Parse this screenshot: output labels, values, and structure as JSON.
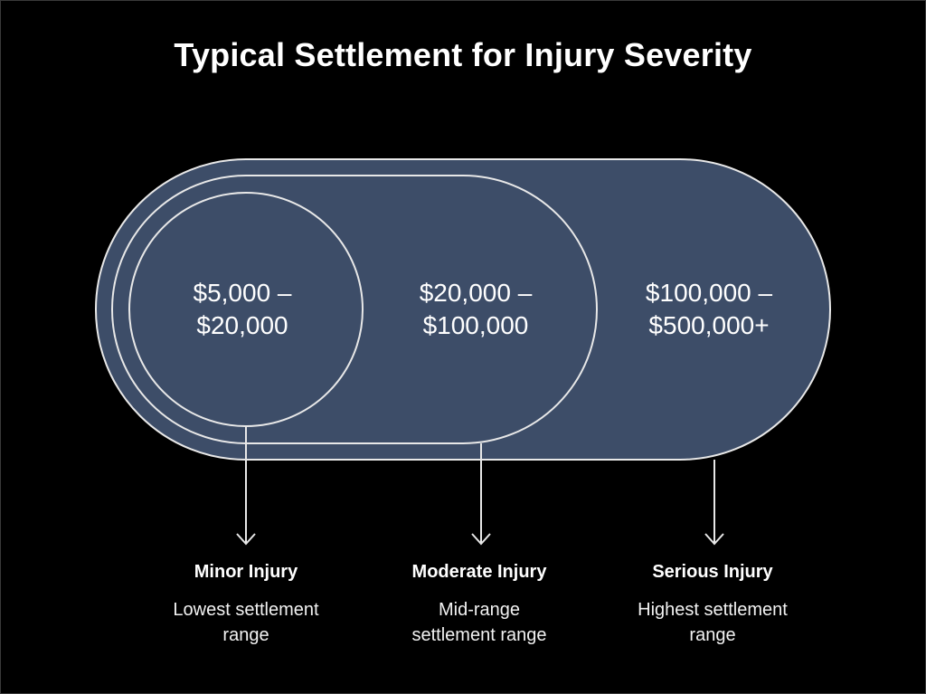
{
  "title": "Typical Settlement for Injury Severity",
  "colors": {
    "background": "#000000",
    "shape_fill": "#3d4d68",
    "outline": "#e8e8e8",
    "text": "#ffffff"
  },
  "levels": [
    {
      "name": "Minor Injury",
      "range_line1": "$5,000 –",
      "range_line2": "$20,000",
      "desc_line1": "Lowest settlement",
      "desc_line2": "range"
    },
    {
      "name": "Moderate Injury",
      "range_line1": "$20,000 –",
      "range_line2": "$100,000",
      "desc_line1": "Mid-range",
      "desc_line2": "settlement range"
    },
    {
      "name": "Serious Injury",
      "range_line1": "$100,000 –",
      "range_line2": "$500,000+",
      "desc_line1": "Highest settlement",
      "desc_line2": "range"
    }
  ]
}
